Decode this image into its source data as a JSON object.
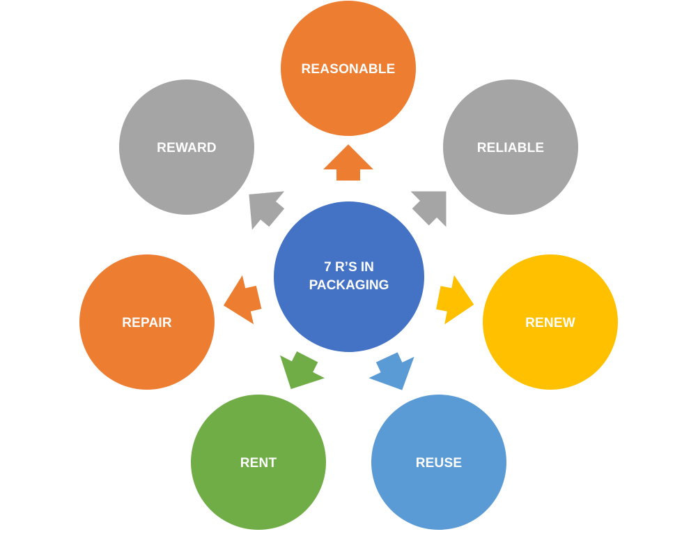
{
  "center": {
    "label_line1": "7 R’S IN",
    "label_line2": "PACKAGING",
    "color": "#4472C4"
  },
  "nodes": [
    {
      "id": "reasonable",
      "label": "REASONABLE",
      "color": "#ED7D31"
    },
    {
      "id": "reliable",
      "label": "RELIABLE",
      "color": "#A5A5A5"
    },
    {
      "id": "renew",
      "label": "RENEW",
      "color": "#FFC000"
    },
    {
      "id": "reuse",
      "label": "REUSE",
      "color": "#5B9BD5"
    },
    {
      "id": "rent",
      "label": "RENT",
      "color": "#70AD47"
    },
    {
      "id": "repair",
      "label": "REPAIR",
      "color": "#ED7D31"
    },
    {
      "id": "reward",
      "label": "REWARD",
      "color": "#A5A5A5"
    }
  ]
}
